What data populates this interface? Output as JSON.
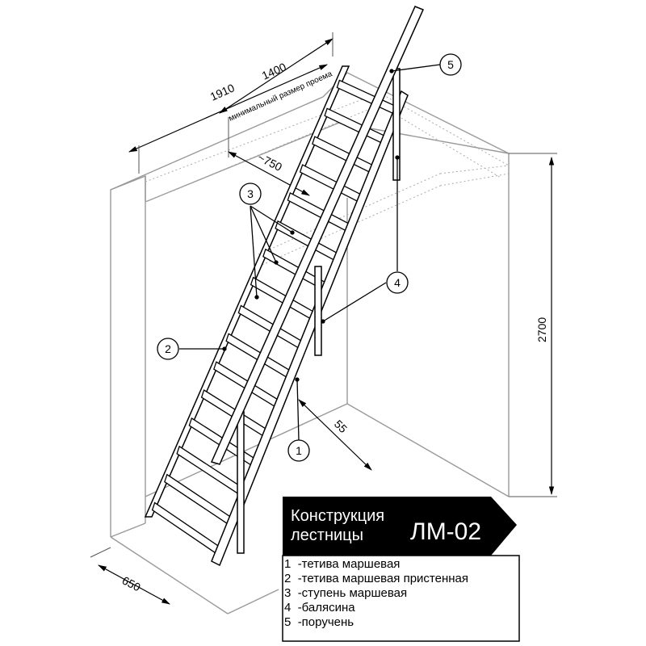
{
  "dimensions": {
    "width_total": "1910",
    "width_opening": "1400",
    "opening_note": "минимальный размер проема",
    "opening_depth": "~750",
    "height": "2700",
    "offset": "55",
    "depth": "650"
  },
  "callouts": [
    "1",
    "2",
    "3",
    "4",
    "5"
  ],
  "title": {
    "line1": "Конструкция",
    "line2": "лестницы",
    "model": "ЛМ-02"
  },
  "legend": [
    {
      "num": "1",
      "text": "-тетива маршевая"
    },
    {
      "num": "2",
      "text": "-тетива маршевая пристенная"
    },
    {
      "num": "3",
      "text": "-ступень маршевая"
    },
    {
      "num": "4",
      "text": "-балясина"
    },
    {
      "num": "5",
      "text": "-поручень"
    }
  ]
}
